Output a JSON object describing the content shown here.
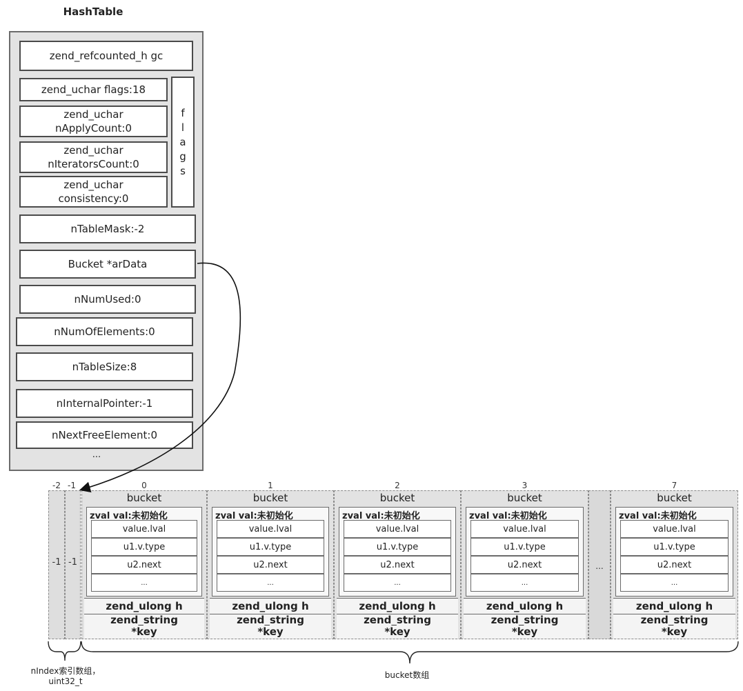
{
  "hashtable": {
    "title": "HashTable",
    "gc": "zend_refcounted_h gc",
    "flags_fields": [
      "zend_uchar flags:18",
      "zend_uchar\nnApplyCount:0",
      "zend_uchar\nnIteratorsCount:0",
      "zend_uchar\nconsistency:0"
    ],
    "flags_label": [
      "f",
      "l",
      "a",
      "g",
      "s"
    ],
    "table_mask": "nTableMask:-2",
    "ar_data": "Bucket *arData",
    "num_used": "nNumUsed:0",
    "num_of_elements": "nNumOfElements:0",
    "table_size": "nTableSize:8",
    "internal_pointer": "nInternalPointer:-1",
    "next_free_element": "nNextFreeElement:0",
    "ellipsis": "..."
  },
  "index_array": {
    "indices": [
      "-2",
      "-1"
    ],
    "values": [
      "-1",
      "-1"
    ],
    "caption_line1": "nIndex索引数组，",
    "caption_line2": "uint32_t"
  },
  "buckets": {
    "gap_ellipsis": "...",
    "caption": "bucket数组",
    "items": [
      {
        "index": "0",
        "title": "bucket",
        "zval": "zval val:未初始化",
        "rows": [
          "value.lval",
          "u1.v.type",
          "u2.next",
          "..."
        ],
        "h": "zend_ulong h",
        "key1": "zend_string",
        "key2": "*key"
      },
      {
        "index": "1",
        "title": "bucket",
        "zval": "zval val:未初始化",
        "rows": [
          "value.lval",
          "u1.v.type",
          "u2.next",
          "..."
        ],
        "h": "zend_ulong h",
        "key1": "zend_string",
        "key2": "*key"
      },
      {
        "index": "2",
        "title": "bucket",
        "zval": "zval val:未初始化",
        "rows": [
          "value.lval",
          "u1.v.type",
          "u2.next",
          "..."
        ],
        "h": "zend_ulong h",
        "key1": "zend_string",
        "key2": "*key"
      },
      {
        "index": "3",
        "title": "bucket",
        "zval": "zval val:未初始化",
        "rows": [
          "value.lval",
          "u1.v.type",
          "u2.next",
          "..."
        ],
        "h": "zend_ulong h",
        "key1": "zend_string",
        "key2": "*key"
      },
      {
        "index": "7",
        "title": "bucket",
        "zval": "zval val:未初始化",
        "rows": [
          "value.lval",
          "u1.v.type",
          "u2.next",
          "..."
        ],
        "h": "zend_ulong h",
        "key1": "zend_string",
        "key2": "*key"
      }
    ]
  }
}
